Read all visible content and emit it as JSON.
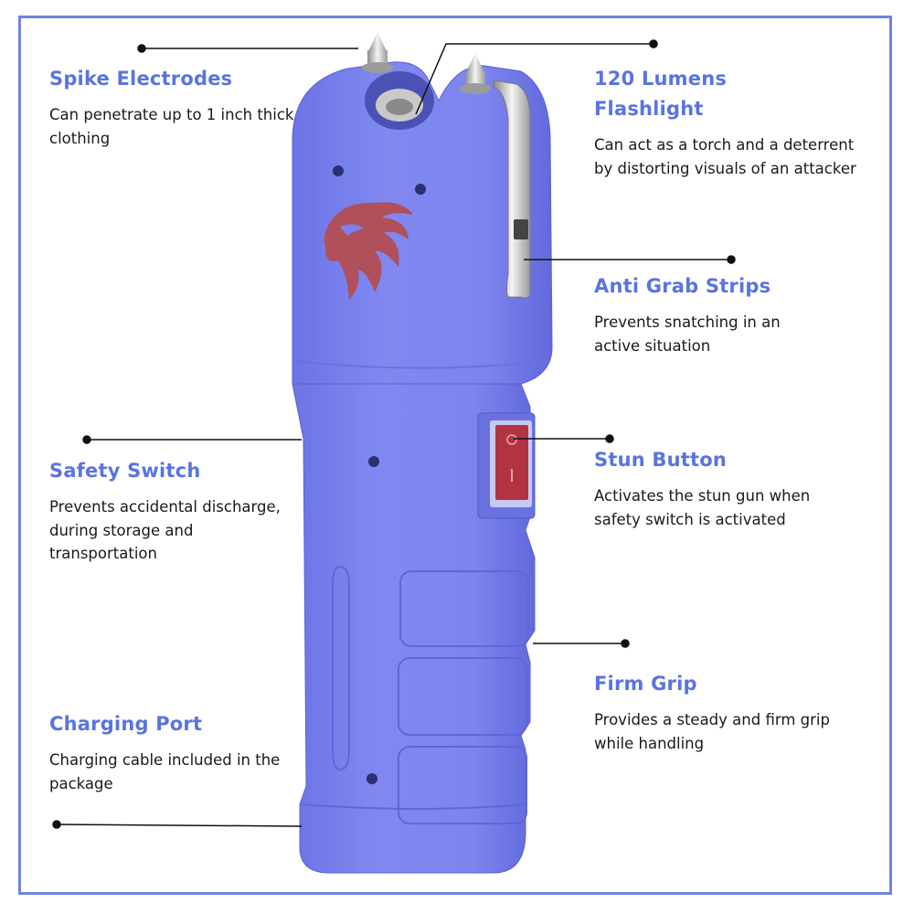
{
  "features": {
    "spike": {
      "title": "Spike Electrodes",
      "desc": "Can penetrate up to 1 inch thick clothing"
    },
    "lumens": {
      "title": "120 Lumens Flashlight",
      "desc": "Can act as a torch and a deterrent by distorting visuals of an attacker"
    },
    "grab": {
      "title": "Anti Grab Strips",
      "desc": "Prevents snatching in an active situation"
    },
    "safety": {
      "title": "Safety Switch",
      "desc": "Prevents accidental discharge, during storage and transportation"
    },
    "stun": {
      "title": "Stun Button",
      "desc": "Activates the stun gun when safety switch is activated"
    },
    "grip": {
      "title": "Firm Grip",
      "desc": "Provides a steady and firm grip while handling"
    },
    "charge": {
      "title": "Charging Port",
      "desc": "Charging cable included in the package"
    }
  },
  "colors": {
    "accent": "#5a74df",
    "frame": "#6f83e0",
    "device_body": "#7b82ee",
    "logo": "#b0505a",
    "switch": "#b23443"
  }
}
